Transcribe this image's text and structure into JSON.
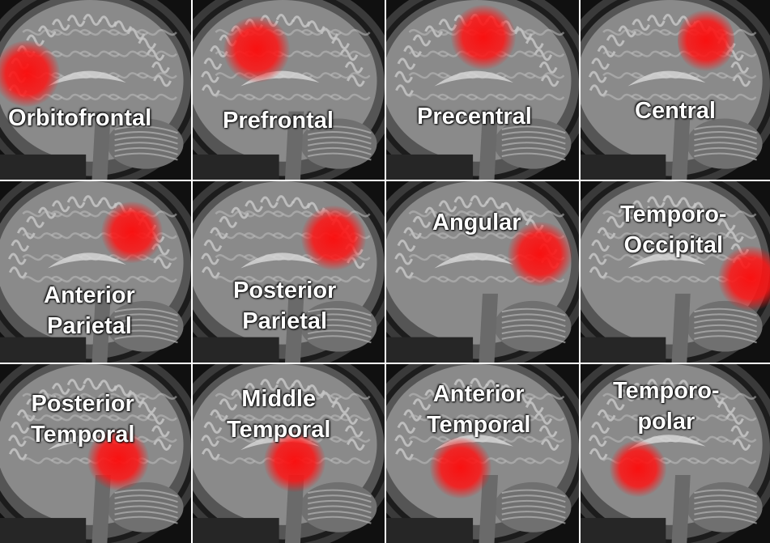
{
  "accent_color": "#ff1a1a",
  "panels": [
    {
      "id": "orbitofrontal",
      "lines": [
        "Orbitofrontal"
      ]
    },
    {
      "id": "prefrontal",
      "lines": [
        "Prefrontal"
      ]
    },
    {
      "id": "precentral",
      "lines": [
        "Precentral"
      ]
    },
    {
      "id": "central",
      "lines": [
        "Central"
      ]
    },
    {
      "id": "anterior-parietal",
      "lines": [
        "Anterior",
        "Parietal"
      ]
    },
    {
      "id": "posterior-parietal",
      "lines": [
        "Posterior",
        "Parietal"
      ]
    },
    {
      "id": "angular",
      "lines": [
        "Angular"
      ]
    },
    {
      "id": "temporo-occipital",
      "lines": [
        "Temporo-",
        "Occipital"
      ]
    },
    {
      "id": "posterior-temporal",
      "lines": [
        "Posterior",
        "Temporal"
      ]
    },
    {
      "id": "middle-temporal",
      "lines": [
        "Middle",
        "Temporal"
      ]
    },
    {
      "id": "anterior-temporal",
      "lines": [
        "Anterior",
        "Temporal"
      ]
    },
    {
      "id": "temporopolar",
      "lines": [
        "Temporo-",
        "polar"
      ]
    }
  ]
}
